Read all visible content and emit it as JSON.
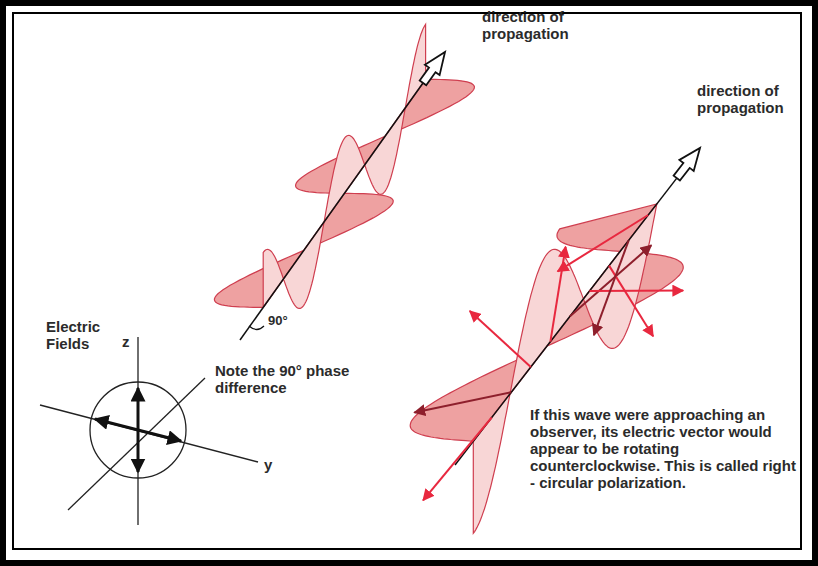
{
  "diagram": {
    "labels": [
      "direction of propagation",
      "direction of propagation",
      "Electric Fields",
      "z",
      "y",
      "90°",
      "Note the 90° phase difference",
      "If this wave were approaching an observer, its electric vector would appear to be rotating counterclockwise. This is called right - circular polarization."
    ]
  }
}
